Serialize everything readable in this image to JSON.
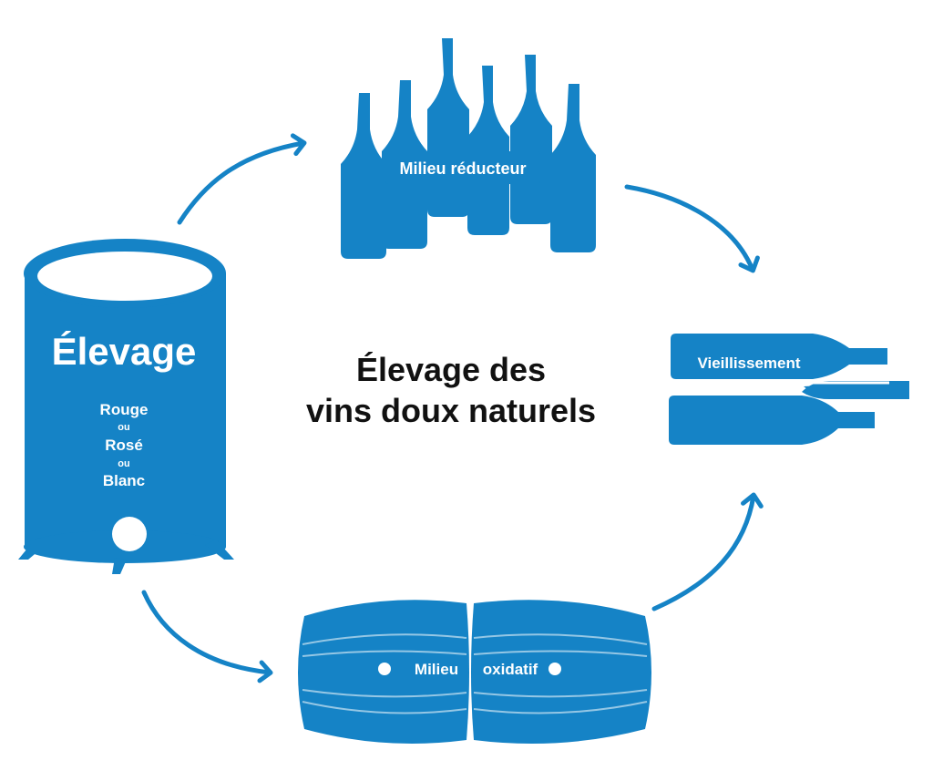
{
  "title": {
    "line1": "Élevage des",
    "line2": "vins doux naturels"
  },
  "tank": {
    "label": "Élevage",
    "option1": "Rouge",
    "sep1": "ou",
    "option2": "Rosé",
    "sep2": "ou",
    "option3": "Blanc"
  },
  "bottles": {
    "label": "Milieu réducteur"
  },
  "lying_bottles": {
    "label": "Vieillissement"
  },
  "barrels": {
    "label_left": "Milieu",
    "label_right": "oxidatif"
  },
  "colors": {
    "accent": "#1583c6",
    "text": "#111111",
    "background": "#ffffff"
  },
  "icons": [
    "vat-icon",
    "bottles-icon",
    "lying-bottles-icon",
    "barrels-icon",
    "arrow-icon"
  ]
}
